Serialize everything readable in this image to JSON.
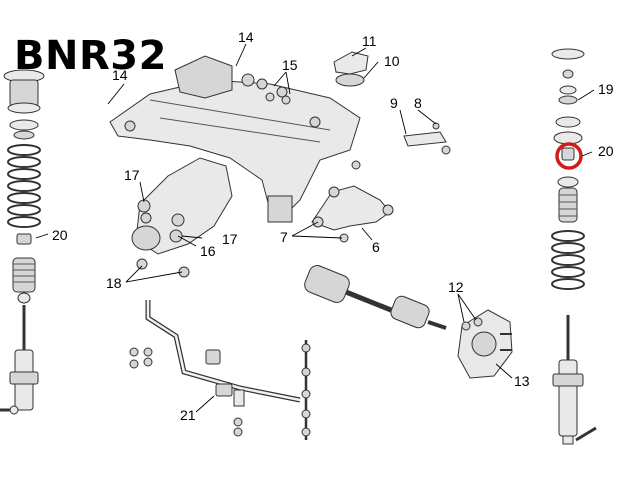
{
  "title": "BNR32",
  "highlight_color": "#d31a1a",
  "callouts": {
    "c14_left": "14",
    "c20_left": "20",
    "c14_top": "14",
    "c15": "15",
    "c11": "11",
    "c10": "10",
    "c9": "9",
    "c8": "8",
    "c19": "19",
    "c20_right": "20",
    "c17_a": "17",
    "c17_b": "17",
    "c16": "16",
    "c18": "18",
    "c7": "7",
    "c6": "6",
    "c12": "12",
    "c13": "13",
    "c21": "21"
  }
}
